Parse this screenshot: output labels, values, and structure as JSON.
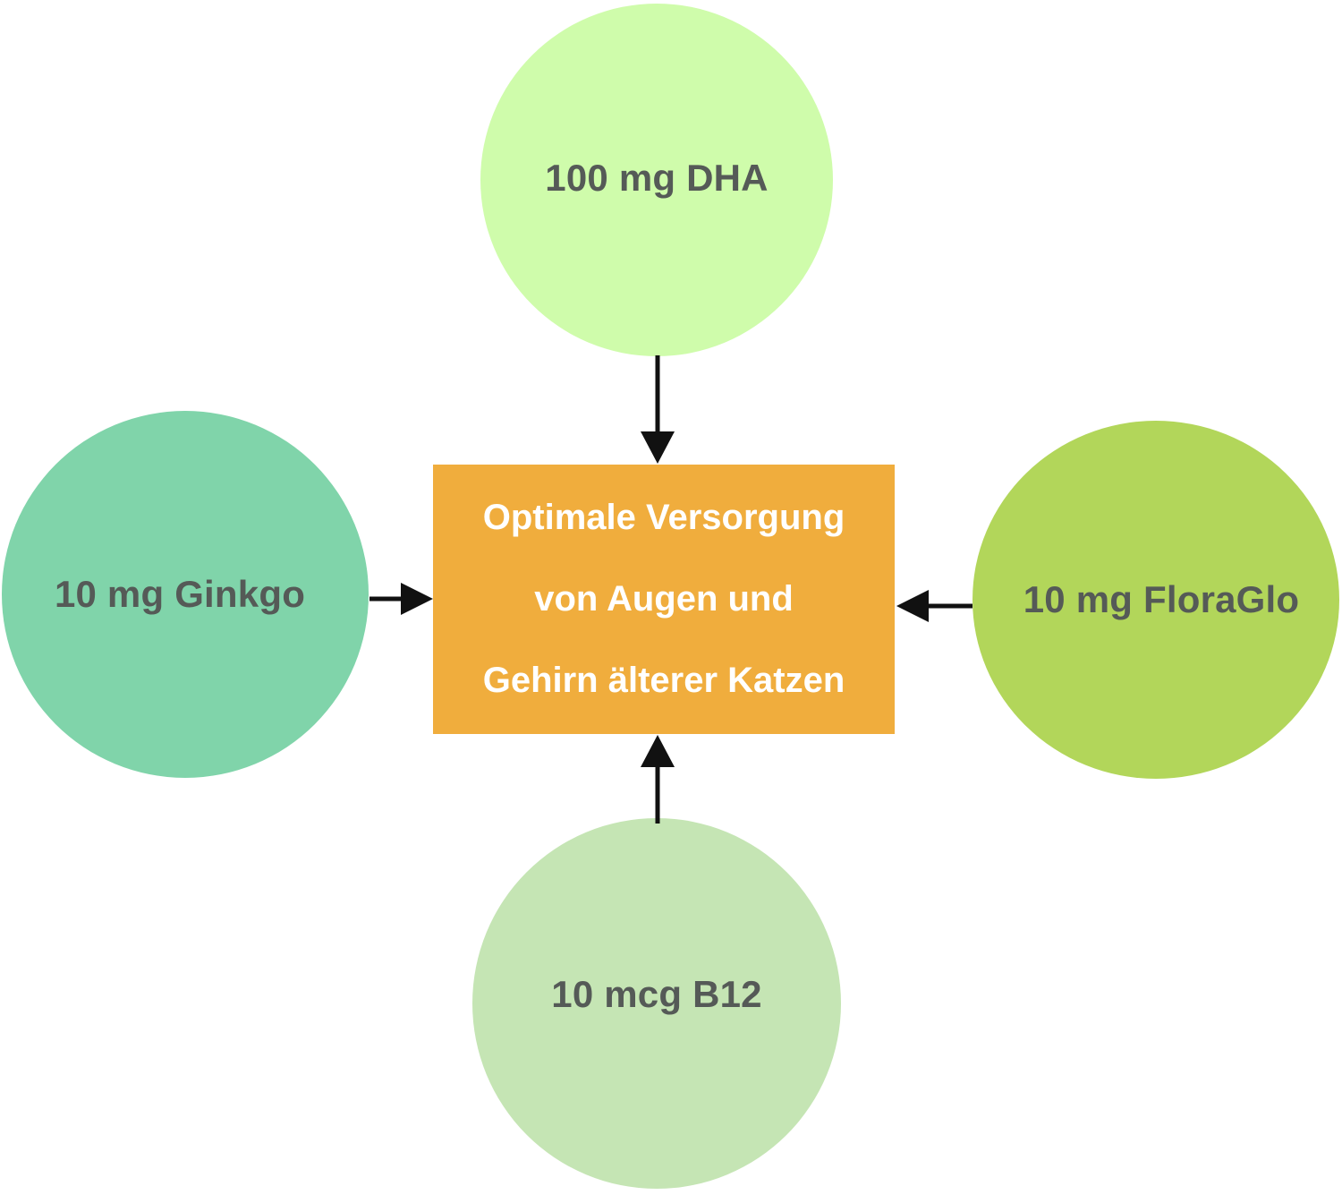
{
  "colors": {
    "background": "#ffffff",
    "center_fill": "#f0ad3d",
    "center_text": "#ffffff",
    "node_text": "#555a57",
    "arrow": "#111111",
    "dha": "#cffcab",
    "ginkgo": "#80d4aa",
    "floraglo": "#b2d65a",
    "b12": "#c5e5b4"
  },
  "center": {
    "lines": [
      "Optimale Versorgung",
      "von Augen und",
      "Gehirn älterer Katzen"
    ]
  },
  "nodes": {
    "top": {
      "label": "100 mg DHA"
    },
    "left": {
      "label": "10 mg Ginkgo"
    },
    "right": {
      "label": "10 mg FloraGlo"
    },
    "bottom": {
      "label": "10 mcg B12"
    }
  }
}
